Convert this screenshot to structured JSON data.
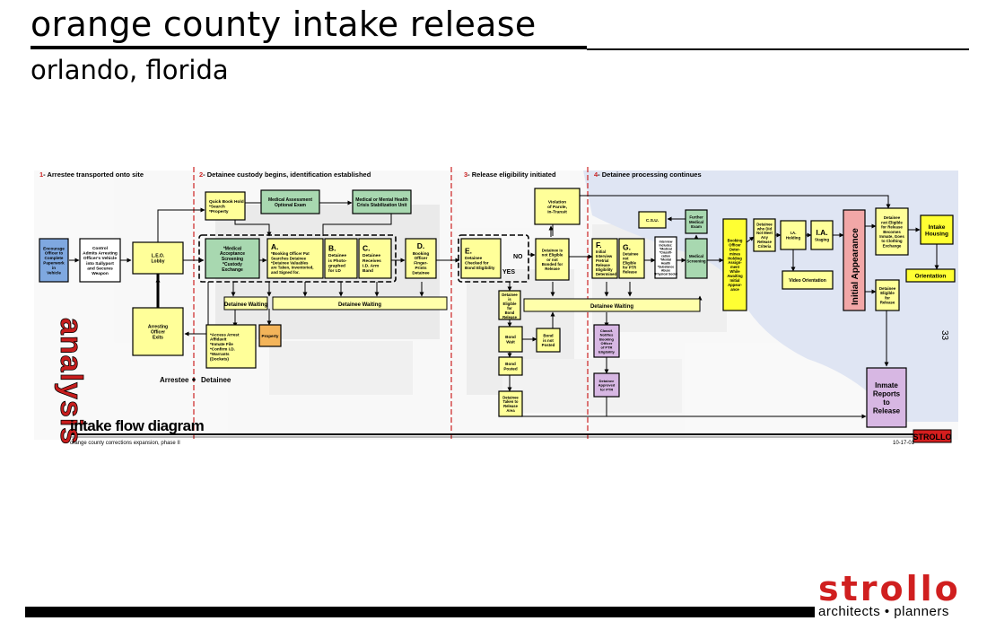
{
  "header": {
    "title": "orange county intake release",
    "subtitle": "orlando, florida"
  },
  "sheet_number": "33",
  "logo": {
    "name": "strollo",
    "tagline": "architects • planners"
  },
  "diagram": {
    "phases": [
      {
        "num": "1",
        "label": "- Arrestee transported onto site"
      },
      {
        "num": "2",
        "label": "- Detainee custody begins, identification established"
      },
      {
        "num": "3",
        "label": "- Release eligibility initiated"
      },
      {
        "num": "4",
        "label": "- Detainee processing continues"
      }
    ],
    "side_label": "analysis",
    "diagram_title": "intake flow diagram",
    "project": "orange county corrections expansion, phase II",
    "date": "10-17-01",
    "stamp": "STROLLO",
    "arrestee_label": "Arrestee",
    "detainee_label": "Detainee",
    "waiting_labels": [
      "Detainee Waiting",
      "Detainee Waiting",
      "Detainee Waiting"
    ],
    "decision": {
      "no": "NO",
      "yes": "YES"
    },
    "boxes": [
      {
        "id": "b1",
        "lines": [
          "Encourage",
          "Officer to",
          "Complete",
          "Paperwork",
          "in",
          "Vehicle"
        ]
      },
      {
        "id": "b2",
        "lines": [
          "Control",
          "Admits Arresting",
          "Officer's Vehicle",
          "into Sallyport",
          "and Secures",
          "Weapon"
        ]
      },
      {
        "id": "b3",
        "lines": [
          "L.E.O.",
          "Lobby"
        ]
      },
      {
        "id": "b4",
        "lines": [
          "Arresting",
          "Officer",
          "Exits"
        ]
      },
      {
        "id": "b5",
        "lines": [
          "Quick Book Hold",
          "*Search",
          "*Property"
        ]
      },
      {
        "id": "b6",
        "lines": [
          "Medical Assessment",
          "Optional Exam"
        ]
      },
      {
        "id": "b7",
        "lines": [
          "Medical or Mental Health",
          "Crisis Stabilization Unit"
        ]
      },
      {
        "id": "b8",
        "lines": [
          "*Medical",
          "Acceptance",
          "Screening",
          "*Custody",
          "Exchange"
        ]
      },
      {
        "id": "bA",
        "letter": "A.",
        "lines": [
          "*Booking Officer Pat",
          "Searches Detainee",
          "*Detainee Valuables",
          "are Taken, Inventoried,",
          "and Signed for."
        ]
      },
      {
        "id": "bB",
        "letter": "B.",
        "lines": [
          "Detainee",
          "is Photo-",
          "graphed",
          "for I.D"
        ]
      },
      {
        "id": "bC",
        "letter": "C.",
        "lines": [
          "Detainee",
          "Receives",
          "I.D. Arm",
          "Band"
        ]
      },
      {
        "id": "bD",
        "letter": "D.",
        "lines": [
          "Booking",
          "Officer",
          "Finger-",
          "Prints",
          "Detainee"
        ]
      },
      {
        "id": "bE",
        "letter": "E.",
        "lines": [
          "Detainee",
          "Checked for",
          "Bond Eligibility"
        ]
      },
      {
        "id": "b9",
        "lines": [
          "Violation",
          "of Parole,",
          "In-Transit"
        ]
      },
      {
        "id": "b10",
        "lines": [
          "Detainee is",
          "not Eligible",
          "or not",
          "Bonded for",
          "Release"
        ]
      },
      {
        "id": "b11",
        "lines": [
          "*Access Arrest",
          "Affidavit",
          "*Inmate File",
          "*Confirm I.D.",
          "*Warrants",
          "(Dockets)"
        ]
      },
      {
        "id": "b12",
        "lines": [
          "Property"
        ]
      },
      {
        "id": "b13",
        "lines": [
          "Detainee",
          "is",
          "Eligible",
          "for",
          "Bond",
          "Release"
        ]
      },
      {
        "id": "b14",
        "lines": [
          "Bond",
          "Wait"
        ]
      },
      {
        "id": "b15",
        "lines": [
          "Bond",
          "is not",
          "Posted"
        ]
      },
      {
        "id": "b16",
        "lines": [
          "Bond",
          "Posted"
        ]
      },
      {
        "id": "b17",
        "lines": [
          "Detainee",
          "Taken to",
          "Release",
          "Area"
        ]
      },
      {
        "id": "bF",
        "letter": "F.",
        "lines": [
          "Initial",
          "Interview",
          "Pretrial",
          "Release",
          "Eligibility",
          "Determined"
        ]
      },
      {
        "id": "bG",
        "letter": "G.",
        "lines": [
          "Detainee",
          "not",
          "Eligible",
          "for PTR",
          "Release"
        ]
      },
      {
        "id": "b18",
        "lines": [
          "C.S.U."
        ]
      },
      {
        "id": "b19",
        "lines": [
          "Further",
          "Medical",
          "Exam"
        ]
      },
      {
        "id": "b20",
        "lines": [
          "Interview",
          "Includes:",
          "*Medical",
          "*Classifi-",
          "cation",
          "*Mental",
          "Health",
          "*Substance",
          "Abuse",
          "*Physical Social"
        ]
      },
      {
        "id": "b21",
        "lines": [
          "Medical",
          "Screening"
        ]
      },
      {
        "id": "b22",
        "lines": [
          "Booking",
          "Officer",
          "Deter-",
          "mines",
          "Holding",
          "Assign-",
          "ment",
          "While",
          "Awaiting",
          "Initial",
          "Appear-",
          "ance"
        ]
      },
      {
        "id": "b23",
        "lines": [
          "Detainee",
          "who Did",
          "Not Meet",
          "Any",
          "Release",
          "Criteria"
        ]
      },
      {
        "id": "b24",
        "lines": [
          "I.A.",
          "Holding"
        ]
      },
      {
        "id": "b25",
        "letter": "I.A.",
        "lines": [
          "Staging"
        ]
      },
      {
        "id": "b26",
        "lines": [
          "Video Orientation"
        ]
      },
      {
        "id": "b27",
        "lines": [
          "Initial Appearance"
        ]
      },
      {
        "id": "b28",
        "lines": [
          "Detainee",
          "not Eligible",
          "for Release",
          "Becomes",
          "Inmate, Goes",
          "to Clothing",
          "Exchange"
        ]
      },
      {
        "id": "b29",
        "lines": [
          "Intake",
          "Housing"
        ]
      },
      {
        "id": "b30",
        "lines": [
          "Orientation"
        ]
      },
      {
        "id": "b31",
        "lines": [
          "Detainee",
          "Eligible",
          "for",
          "Release"
        ]
      },
      {
        "id": "b32",
        "lines": [
          "Classif.",
          "Notifies",
          "Booking",
          "Officer",
          "of PTR",
          "Eligibility"
        ]
      },
      {
        "id": "b33",
        "lines": [
          "Detainee",
          "Approved",
          "for PTR"
        ]
      },
      {
        "id": "b34",
        "lines": [
          "Inmate",
          "Reports",
          "to",
          "Release"
        ]
      }
    ]
  }
}
